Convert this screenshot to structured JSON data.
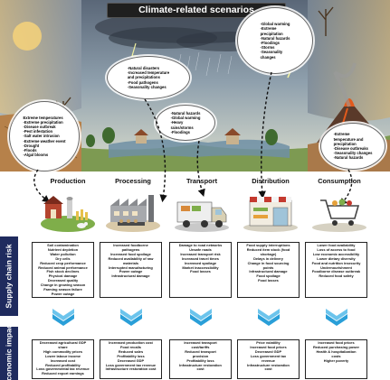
{
  "title": "Climate-related scenarios",
  "side_labels": {
    "risk": "Supply chain risk",
    "impact": "Economic impact"
  },
  "clouds": [
    {
      "items": [
        "Extreme temperatures",
        "-Extreme precipitation",
        "-Disease outbreak",
        "-Pest infestation",
        "-Salt water intrusion",
        "-Extreme weather event",
        "-Drought",
        "-Floods",
        "-Algal blooms"
      ]
    },
    {
      "items": [
        "-Natural disasters",
        "-Increased temperature",
        "and precipitations",
        "-Food pathogens",
        "-Seasonality changes"
      ]
    },
    {
      "items": [
        "-Natural hazards",
        "-Global warming",
        "-Heavy",
        "rains/storms",
        "-Floodings"
      ]
    },
    {
      "items": [
        "-Global warming",
        "-Extreme",
        "precipitation",
        "-Natural hazards",
        "-Floodings",
        "-Storms",
        "-Seasonality",
        "changes"
      ]
    },
    {
      "items": [
        "-Extreme",
        "temperature and",
        "precipitation",
        "-Disease outbreaks",
        "-Seasonality changes",
        "-Natural hazards"
      ]
    }
  ],
  "stages": [
    {
      "name": "Production"
    },
    {
      "name": "Processing"
    },
    {
      "name": "Transport"
    },
    {
      "name": "Distribution"
    },
    {
      "name": "Consumption"
    }
  ],
  "risk_boxes": [
    {
      "items": [
        "Soil contamination",
        "Nutrient depletion",
        "Water pollution",
        "Dry cells",
        "Reduced crop performance",
        "Reduced animal performance",
        "Fish stock declines",
        "Physical damage",
        "Decreased quality",
        "Change in growing season",
        "Farming season failure",
        "Power outage"
      ]
    },
    {
      "items": [
        "Increased foodborne",
        "pathogens",
        "Increased food spoilage",
        "Reduced availability of raw",
        "materials",
        "Interrupted manufacturing",
        "Power outage",
        "Infrastructural damage"
      ]
    },
    {
      "items": [
        "Damage to road networks",
        "Unsafe roads",
        "Increased transport risk",
        "Increased travel times",
        "Increased spoilage",
        "Market inaccessibility",
        "Food losses"
      ]
    },
    {
      "items": [
        "Food supply interruptions",
        "Reduced item stock (food",
        "shortage)",
        "Delays in delivery",
        "Change in food sourcing",
        "points",
        "Infrastructural damage",
        "Food spoilage",
        "Food losses"
      ]
    },
    {
      "items": [
        "Lower food availability",
        "Loss of access to food",
        "Low economic accessibility",
        "Lower dietary diversity",
        "Food and nutrition insecurity",
        "Undernourishment",
        "Foodborne disease outbreak",
        "Reduced food safety"
      ]
    }
  ],
  "impact_boxes": [
    {
      "items": [
        "Decreased agricultural GDP",
        "share",
        "High commodity prices",
        "Lower labour income",
        "Increased cost",
        "Reduced profitability",
        "Loss governmental tax revenue",
        "Reduced export earnings"
      ]
    },
    {
      "items": [
        "Increased production cost",
        "Food recalls",
        "Reduced sales",
        "Profitability loss",
        "Decreased GDP",
        "Loss government tax revenue",
        "Infrastructure restoration cost"
      ]
    },
    {
      "items": [
        "Increased transport",
        "cost/tariffs",
        "Reduced transport",
        "provision",
        "Profitability loss",
        "Infrastructure restoration",
        "cost"
      ]
    },
    {
      "items": [
        "Price volatility",
        "Increased food prices",
        "Decreased GDP",
        "Loss government tax",
        "revenue",
        "Infrastructure restoration",
        "cost"
      ]
    },
    {
      "items": [
        "Increased food prices",
        "Reduced purchasing power",
        "Health & hospitalization",
        "costs",
        "Higher poverty"
      ]
    }
  ],
  "colors": {
    "title_bg": "#1f1f1f",
    "side_label_bg": "#1f2b5e",
    "chevron": "#2a9fd8",
    "chevron_light": "#6cc4ec"
  },
  "icons": [
    "cloud-icon",
    "dashed-arrow-icon",
    "chevron-down-icon",
    "farm-icon",
    "factory-icon",
    "truck-icon",
    "store-icon",
    "shopping-cart-icon"
  ]
}
